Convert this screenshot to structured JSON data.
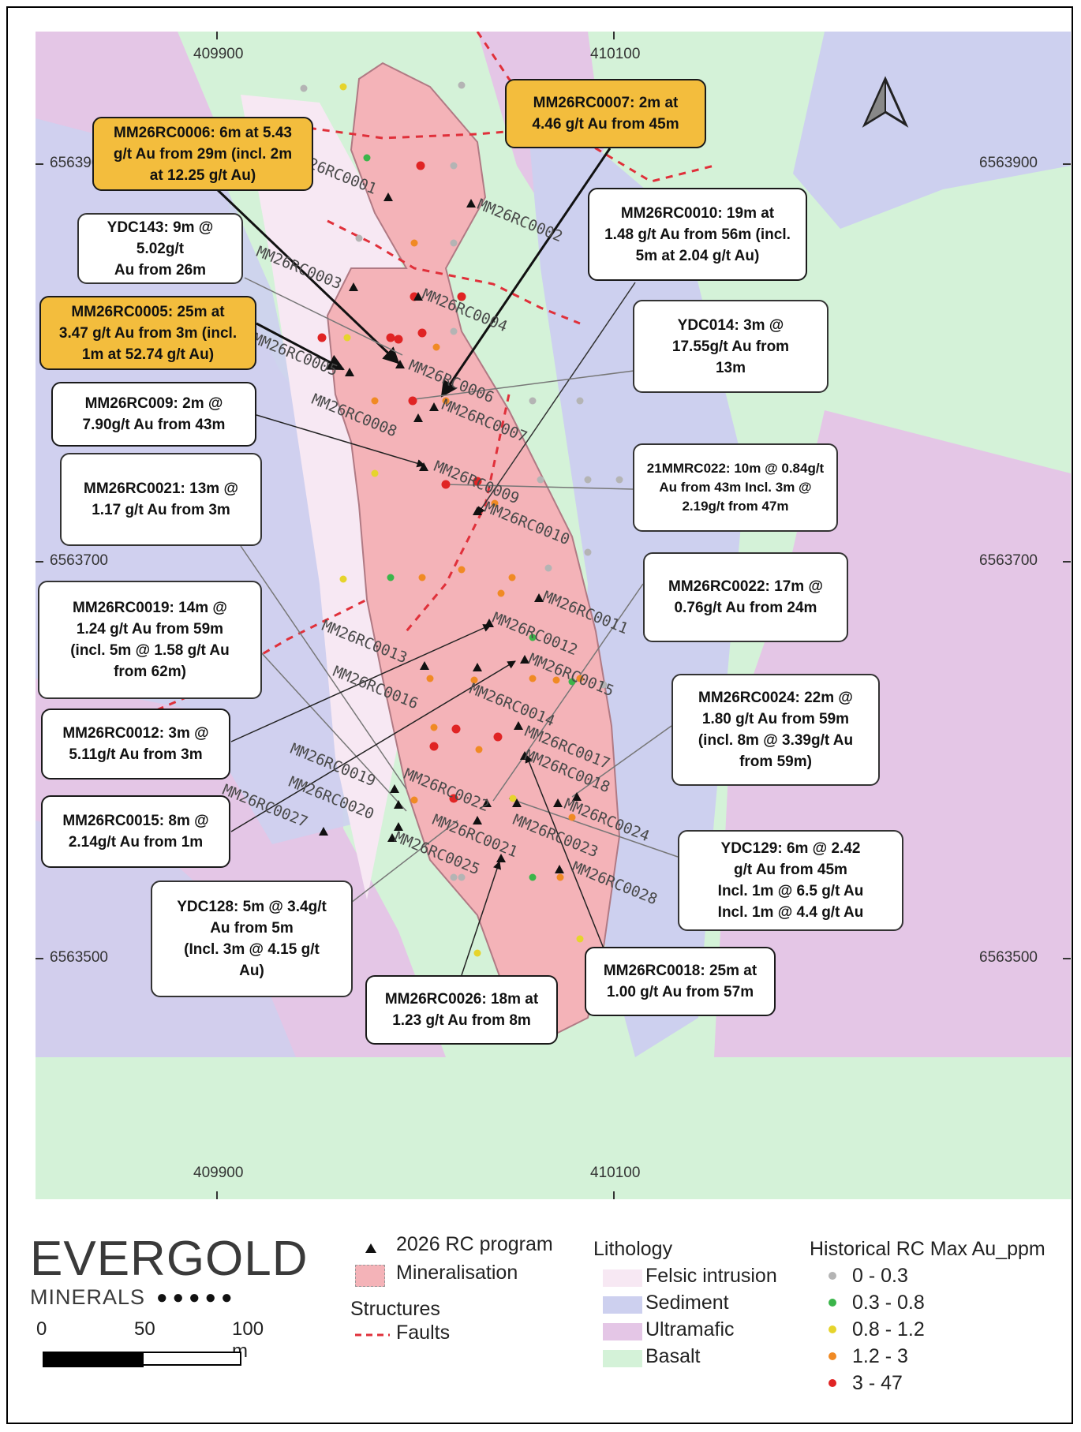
{
  "coordinates": {
    "easting_top_left": "409900",
    "easting_top_right": "410100",
    "easting_bottom_left": "409900",
    "easting_bottom_right": "410100",
    "northing_top_left": "656390",
    "northing_top_right": "6563900",
    "northing_mid_left": "6563700",
    "northing_mid_right": "6563700",
    "northing_bottom_left": "6563500",
    "northing_bottom_right": "6563500"
  },
  "drillholes": [
    {
      "id": "rc0001",
      "label": "M26RC0001"
    },
    {
      "id": "rc0002",
      "label": "MM26RC0002"
    },
    {
      "id": "rc0003",
      "label": "MM26RC0003"
    },
    {
      "id": "rc0004",
      "label": "MM26RC0004"
    },
    {
      "id": "rc0005",
      "label": "MM26RC0005"
    },
    {
      "id": "rc0006",
      "label": "MM26RC0006"
    },
    {
      "id": "rc0007",
      "label": "MM26RC0007"
    },
    {
      "id": "rc0008",
      "label": "MM26RC0008"
    },
    {
      "id": "rc0009",
      "label": "MM26RC0009"
    },
    {
      "id": "rc0010",
      "label": "MM26RC0010"
    },
    {
      "id": "rc0011",
      "label": "MM26RC0011"
    },
    {
      "id": "rc0012",
      "label": "MM26RC0012"
    },
    {
      "id": "rc0013",
      "label": "MM26RC0013"
    },
    {
      "id": "rc0014",
      "label": "MM26RC0014"
    },
    {
      "id": "rc0015",
      "label": "MM26RC0015"
    },
    {
      "id": "rc0016",
      "label": "MM26RC0016"
    },
    {
      "id": "rc0017",
      "label": "MM26RC0017"
    },
    {
      "id": "rc0018",
      "label": "MM26RC0018"
    },
    {
      "id": "rc0019",
      "label": "MM26RC0019"
    },
    {
      "id": "rc0020",
      "label": "MM26RC0020"
    },
    {
      "id": "rc0021",
      "label": "MM26RC0021"
    },
    {
      "id": "rc0022",
      "label": "MM26RC0022"
    },
    {
      "id": "rc0023",
      "label": "MM26RC0023"
    },
    {
      "id": "rc0024",
      "label": "MM26RC0024"
    },
    {
      "id": "rc0025",
      "label": "MM26RC0025"
    },
    {
      "id": "rc0027",
      "label": "MM26RC0027"
    },
    {
      "id": "rc0028",
      "label": "MM26RC0028"
    }
  ],
  "callouts": {
    "rc0006": "MM26RC0006: 6m at 5.43\ng/t Au from 29m (incl. 2m\nat 12.25 g/t Au)",
    "rc0007": "MM26RC0007: 2m at\n4.46 g/t Au from 45m",
    "ydc143": "YDC143: 9m @ 5.02g/t\nAu from 26m",
    "rc0010": "MM26RC0010: 19m at\n1.48 g/t Au from 56m (incl.\n5m at 2.04 g/t Au)",
    "rc0005": "MM26RC0005: 25m at\n3.47 g/t Au from 3m (incl.\n1m at 52.74 g/t Au)",
    "ydc014": "YDC014: 3m @\n17.55g/t Au from\n13m",
    "rc009": "MM26RC009: 2m @\n7.90g/t Au from 43m",
    "mmrc022": "21MMRC022: 10m @ 0.84g/t\nAu from 43m Incl. 3m @\n2.19g/t from 47m",
    "rc0021": "MM26RC0021: 13m @\n1.17 g/t Au from 3m",
    "rc0022": "MM26RC0022: 17m @\n0.76g/t Au from 24m",
    "rc0019": "MM26RC0019: 14m @\n1.24 g/t Au from 59m\n(incl. 5m @ 1.58 g/t Au\nfrom 62m)",
    "rc0024": "MM26RC0024: 22m @\n1.80 g/t Au from 59m\n(incl. 8m @ 3.39g/t Au\nfrom 59m)",
    "rc0012": "MM26RC0012: 3m @\n5.11g/t Au from 3m",
    "rc0015": "MM26RC0015: 8m @\n2.14g/t Au from 1m",
    "ydc129": "YDC129: 6m @ 2.42\ng/t Au from 45m\nIncl. 1m @ 6.5 g/t Au\nIncl. 1m @ 4.4 g/t Au",
    "ydc128": "YDC128: 5m @ 3.4g/t\nAu from 5m\n(Incl. 3m @ 4.15 g/t\nAu)",
    "rc0018": "MM26RC0018: 25m at\n1.00 g/t Au from 57m",
    "rc0026": "MM26RC0026: 18m at\n1.23 g/t Au from 8m"
  },
  "legend": {
    "logo_word": "EVERGOLD",
    "logo_sub": "MINERALS",
    "scale_labels": [
      "0",
      "50",
      "100 m"
    ],
    "rc_program": "2026 RC program",
    "mineralisation": "Mineralisation",
    "structures_title": "Structures",
    "faults": "Faults",
    "lithology_title": "Lithology",
    "lithology": [
      {
        "label": "Felsic intrusion",
        "color": "#f7e8f3"
      },
      {
        "label": "Sediment",
        "color": "#cdd0ef"
      },
      {
        "label": "Ultramafic",
        "color": "#e4c6e6"
      },
      {
        "label": "Basalt",
        "color": "#d4f2d8"
      }
    ],
    "historical_title": "Historical RC Max Au_ppm",
    "historical": [
      {
        "label": "0 - 0.3",
        "color": "#b4b4b4"
      },
      {
        "label": "0.3 - 0.8",
        "color": "#3bb54a"
      },
      {
        "label": "0.8 - 1.2",
        "color": "#e6d42c"
      },
      {
        "label": "1.2 - 3",
        "color": "#f08a24"
      },
      {
        "label": "3 - 47",
        "color": "#e02424"
      }
    ]
  },
  "colors": {
    "basalt": "#d4f2d8",
    "sediment": "#cdd0ef",
    "ultramafic": "#e4c6e6",
    "felsic": "#f7e8f3",
    "mineralisation": "#f4b3b8",
    "callout_gold": "#f3bd3d",
    "fault": "#e0303a"
  }
}
